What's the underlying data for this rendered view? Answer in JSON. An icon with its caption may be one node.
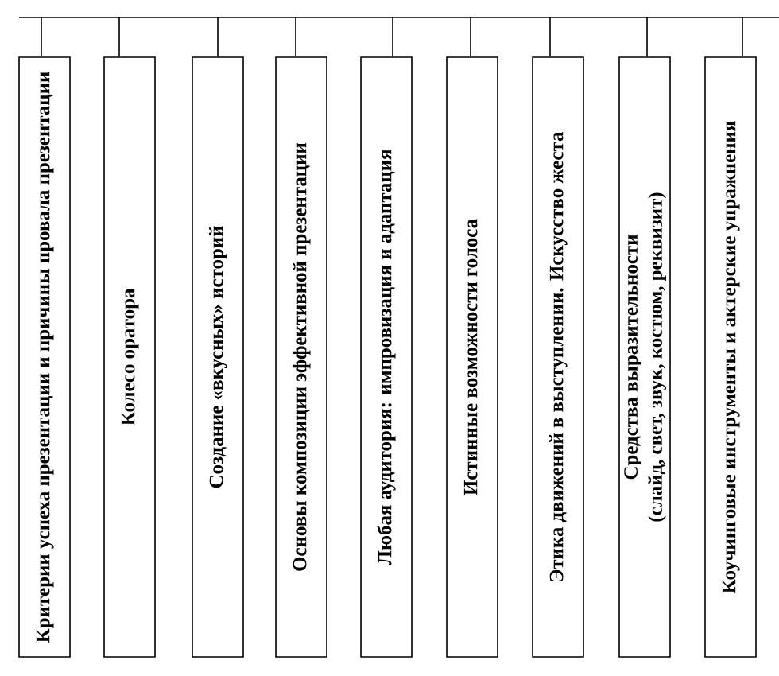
{
  "diagram": {
    "nodes": [
      {
        "text": [
          "Критерии успеха презентации и причины провала презентации"
        ]
      },
      {
        "text": [
          "Колесо оратора"
        ]
      },
      {
        "text": [
          "Создание «вкусных» историй"
        ]
      },
      {
        "text": [
          "Основы композиции эффективной презентации"
        ]
      },
      {
        "text": [
          "Любая аудитория: импровизация и адаптация"
        ]
      },
      {
        "text": [
          "Истинные возможности голоса"
        ]
      },
      {
        "text": [
          "Этика движений в выступлении. Искусство жеста"
        ]
      },
      {
        "text": [
          "Средства выразительности",
          "(слайд, свет, звук, костюм, реквизит)"
        ]
      },
      {
        "text": [
          "Коучинговые инструменты и актерские упражнения"
        ]
      }
    ],
    "edges": [
      {
        "from": null,
        "to": 0,
        "arrow": "none"
      },
      {
        "from": null,
        "to": 1,
        "arrow": "none"
      },
      {
        "from": null,
        "to": 2,
        "arrow": "none"
      },
      {
        "from": null,
        "to": 3,
        "arrow": "none"
      },
      {
        "from": null,
        "to": 4,
        "arrow": "none"
      },
      {
        "from": null,
        "to": 5,
        "arrow": "none"
      },
      {
        "from": null,
        "to": 6,
        "arrow": "none"
      },
      {
        "from": null,
        "to": 7,
        "arrow": "none"
      },
      {
        "from": null,
        "to": 8,
        "arrow": "none"
      }
    ]
  }
}
